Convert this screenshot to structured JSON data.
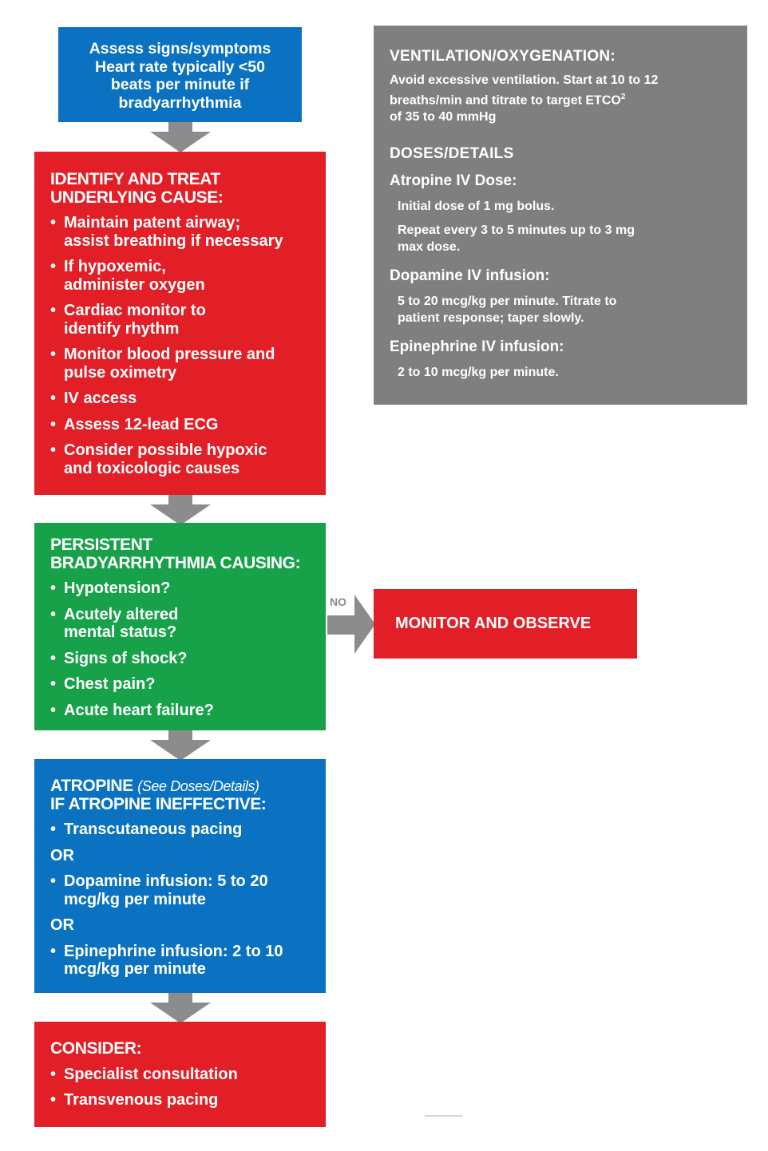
{
  "assess": {
    "lines": [
      "Assess signs/symptoms",
      "Heart rate typically <50",
      "beats per minute if",
      "bradyarrhythmia"
    ]
  },
  "identify": {
    "heading": [
      "IDENTIFY AND TREAT",
      "UNDERLYING CAUSE:"
    ],
    "items": [
      [
        "Maintain patent airway;",
        "assist breathing if necessary"
      ],
      [
        "If hypoxemic,",
        "administer oxygen"
      ],
      [
        "Cardiac monitor to",
        "identify rhythm"
      ],
      [
        "Monitor blood pressure and",
        "pulse oximetry"
      ],
      [
        "IV access"
      ],
      [
        "Assess 12-lead ECG"
      ],
      [
        "Consider possible hypoxic",
        "and toxicologic causes"
      ]
    ]
  },
  "persistent": {
    "heading": [
      "PERSISTENT",
      "BRADYARRHYTHMIA CAUSING:"
    ],
    "items": [
      [
        "Hypotension?"
      ],
      [
        "Acutely altered",
        "mental status?"
      ],
      [
        "Signs of shock?"
      ],
      [
        "Chest pain?"
      ],
      [
        "Acute heart failure?"
      ]
    ]
  },
  "no_label": "NO",
  "monitor": {
    "label": "MONITOR AND OBSERVE"
  },
  "atropine": {
    "heading_main": "ATROPINE",
    "heading_note": "(See Doses/Details)",
    "heading_line2": "IF ATROPINE INEFFECTIVE:",
    "item1": "Transcutaneous pacing",
    "or1": "OR",
    "item2": [
      "Dopamine infusion: 5 to 20",
      "mcg/kg per minute"
    ],
    "or2": "OR",
    "item3": [
      "Epinephrine infusion: 2 to 10",
      "mcg/kg per minute"
    ]
  },
  "consider": {
    "heading": "CONSIDER:",
    "items": [
      "Specialist consultation",
      "Transvenous pacing"
    ]
  },
  "details": {
    "vent_heading": "VENTILATION/OXYGENATION:",
    "vent_text": [
      "Avoid excessive ventilation. Start at 10 to 12",
      "breaths/min and titrate to target ETCO",
      "of 35 to 40 mmHg"
    ],
    "vent_sup": "2",
    "doses_heading": "DOSES/DETAILS",
    "atropine_title": "Atropine IV Dose:",
    "atropine_text1": "Initial dose of 1 mg bolus.",
    "atropine_text2": [
      "Repeat every 3 to 5 minutes up to 3 mg",
      "max dose."
    ],
    "dopamine_title": "Dopamine IV infusion:",
    "dopamine_text": [
      "5 to 20 mcg/kg per minute. Titrate to",
      "patient response; taper slowly."
    ],
    "epi_title": "Epinephrine IV infusion:",
    "epi_text": "2 to 10 mcg/kg per minute."
  },
  "colors": {
    "blue": "#0a72c0",
    "red": "#e21e26",
    "green": "#17a24a",
    "gray": "#7f7f7f",
    "arrow": "#8c8c8c"
  }
}
